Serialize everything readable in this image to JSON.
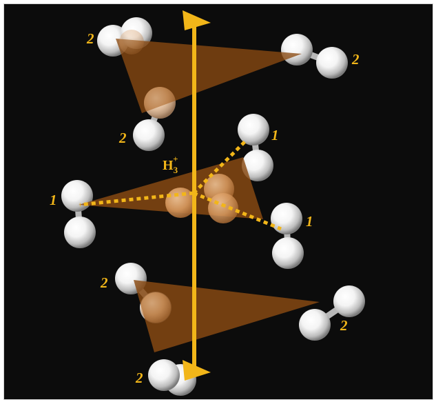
{
  "scene": {
    "label_1": "1",
    "label_2": "2",
    "ion_label": {
      "base": "H",
      "subscript": "3",
      "superscript": "+"
    }
  },
  "colors": {
    "background": "#0c0c0c",
    "axis": "#f2b619",
    "triangle_fill": "#8a4a12",
    "hydrogen_highlight": "#ffffff",
    "hydrogen_shade": "#8a8a8a",
    "ion_atom": "#e2a46a",
    "label": "#f2b619"
  },
  "icons": {
    "axis_arrow_top": "arrowhead-up-icon",
    "axis_arrow_bottom": "arrowhead-down-icon"
  }
}
